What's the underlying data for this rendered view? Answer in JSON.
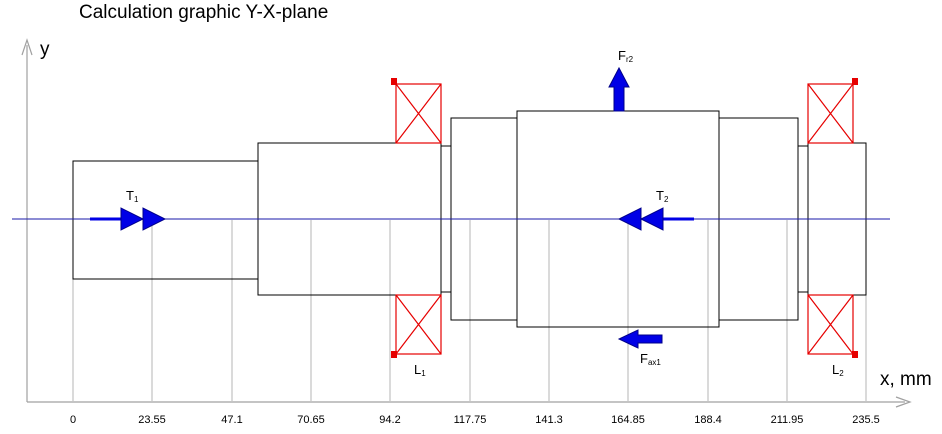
{
  "title": "Calculation graphic Y-X-plane",
  "axes": {
    "y_label": "y",
    "x_label": "x, mm",
    "x_ticks": [
      "0",
      "23.55",
      "47.1",
      "70.65",
      "94.2",
      "117.75",
      "141.3",
      "164.85",
      "188.4",
      "211.95",
      "235.5"
    ]
  },
  "loads": {
    "t1": {
      "main": "T",
      "sub": "1"
    },
    "t2": {
      "main": "T",
      "sub": "2"
    },
    "fr2": {
      "main": "F",
      "sub": "r2"
    },
    "fax1": {
      "main": "F",
      "sub": "ax1"
    }
  },
  "bearings": {
    "l1": {
      "main": "L",
      "sub": "1"
    },
    "l2": {
      "main": "L",
      "sub": "2"
    }
  },
  "colors": {
    "centerline": "#1a1aa8",
    "arrows": "#0000e6",
    "bearing": "#e60000",
    "axis": "#a0a0a0",
    "outline": "#000000",
    "grid": "#b4b4b4"
  }
}
